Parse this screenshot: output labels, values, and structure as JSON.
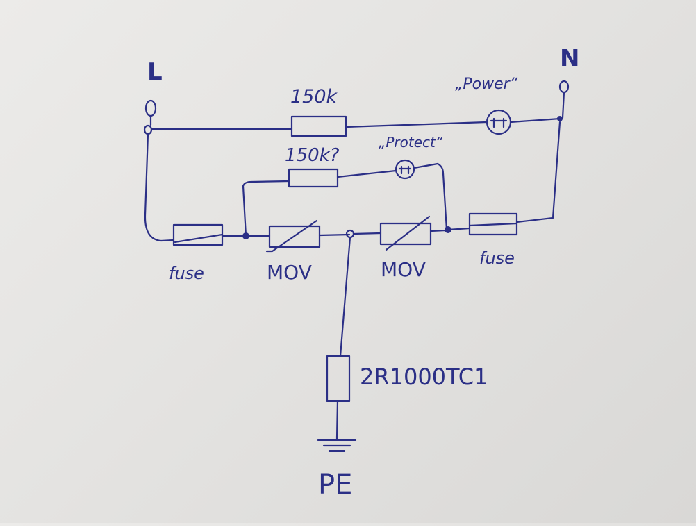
{
  "terminals": {
    "line": "L",
    "neutral": "N",
    "earth": "PE"
  },
  "resistors": {
    "power_resistor": "150k",
    "protect_resistor": "150k?"
  },
  "indicators": {
    "power": "„Power“",
    "protect": "„Protect“"
  },
  "components": {
    "fuse_left": "fuse",
    "mov_left": "MOV",
    "mov_right": "MOV",
    "fuse_right": "fuse",
    "gas_discharge_tube": "2R1000TC1"
  },
  "colors": {
    "ink": "#2b2f86",
    "paper": "#e6e5e3"
  }
}
